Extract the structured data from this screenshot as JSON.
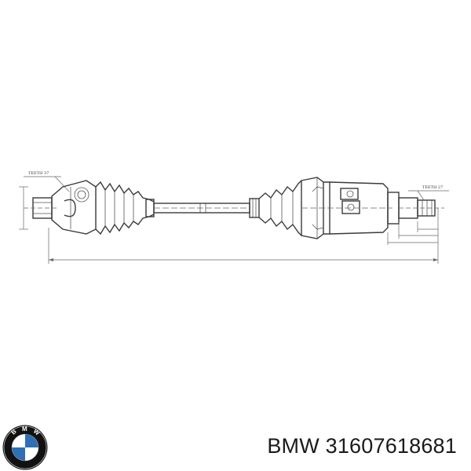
{
  "diagram": {
    "teeth_left": "TEETH 37",
    "teeth_right": "TEETH 27"
  },
  "logo": {
    "letters": "BMW",
    "ring_color": "#111111",
    "blue": "#2f6fb5",
    "white": "#ffffff"
  },
  "caption": {
    "brand": "BMW",
    "part_number": "31607618681"
  }
}
